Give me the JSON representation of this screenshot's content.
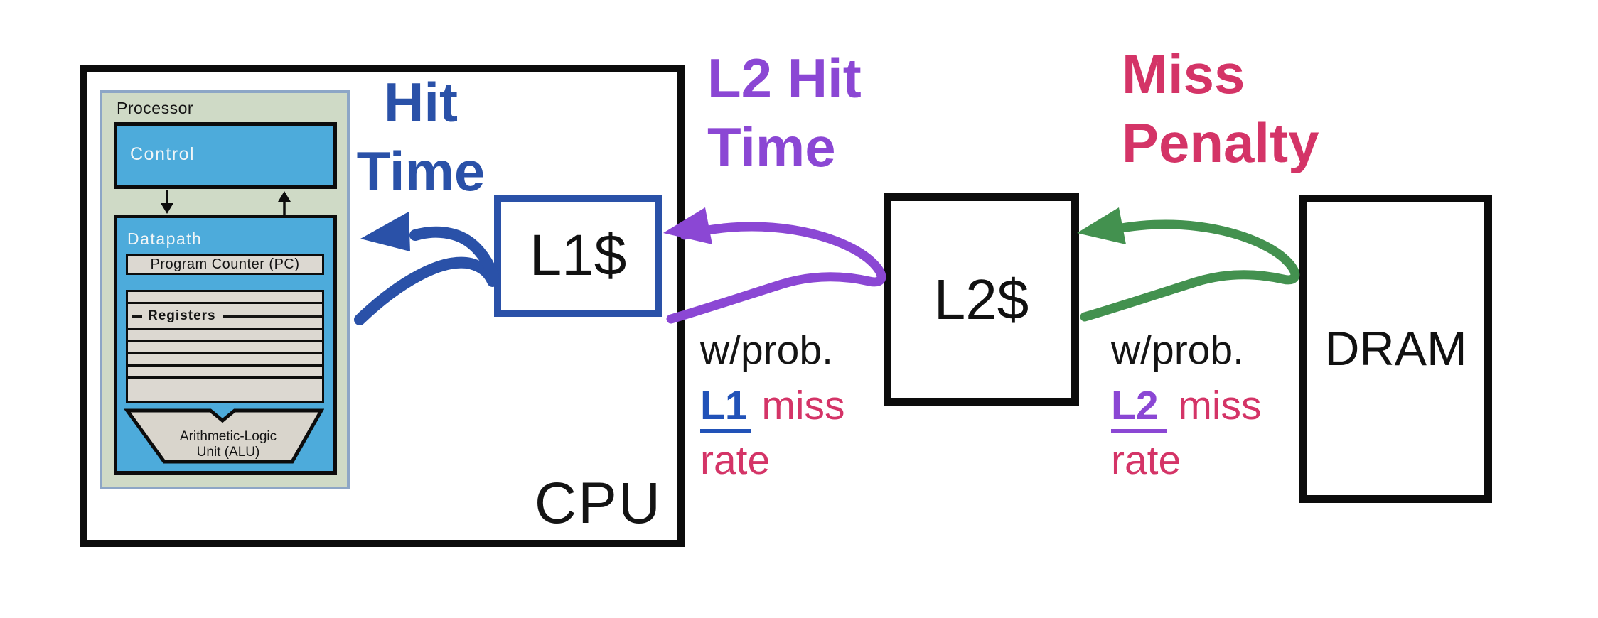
{
  "colors": {
    "blue": "#2a51a8",
    "link_blue": "#2152b8",
    "purple": "#8b47d4",
    "crimson": "#d43467",
    "green": "#43914f",
    "panel_green": "#cfdac6",
    "panel_border": "#8da6c6",
    "block_blue": "#4dabdb",
    "block_gray": "#dcd8d1"
  },
  "labels": {
    "hit_time": {
      "line1": "Hit",
      "line2": "Time"
    },
    "l2_hit_time": {
      "line1": "L2 Hit",
      "line2": "Time"
    },
    "miss_penalty": {
      "line1": "Miss",
      "line2": "Penalty"
    }
  },
  "boxes": {
    "cpu": "CPU",
    "l1": "L1$",
    "l2": "L2$",
    "dram": "DRAM"
  },
  "processor": {
    "title": "Processor",
    "control": "Control",
    "datapath": "Datapath",
    "pc": "Program Counter (PC)",
    "registers": "Registers",
    "alu_line1": "Arithmetic-Logic",
    "alu_line2": "Unit (ALU)"
  },
  "annotations": {
    "l1_prob": {
      "prefix": "w/prob.",
      "level": "L1",
      "mid": " miss",
      "line3": "rate"
    },
    "l2_prob": {
      "prefix": "w/prob.",
      "level": "L2",
      "mid": " miss",
      "line3": "rate"
    }
  },
  "arrows": {
    "hit_time_arrow": "blue, from L1$ into CPU datapath",
    "l2_hit_time_arrow": "purple, from L2$ into L1$",
    "miss_penalty_arrow": "green, from DRAM into L2$"
  }
}
